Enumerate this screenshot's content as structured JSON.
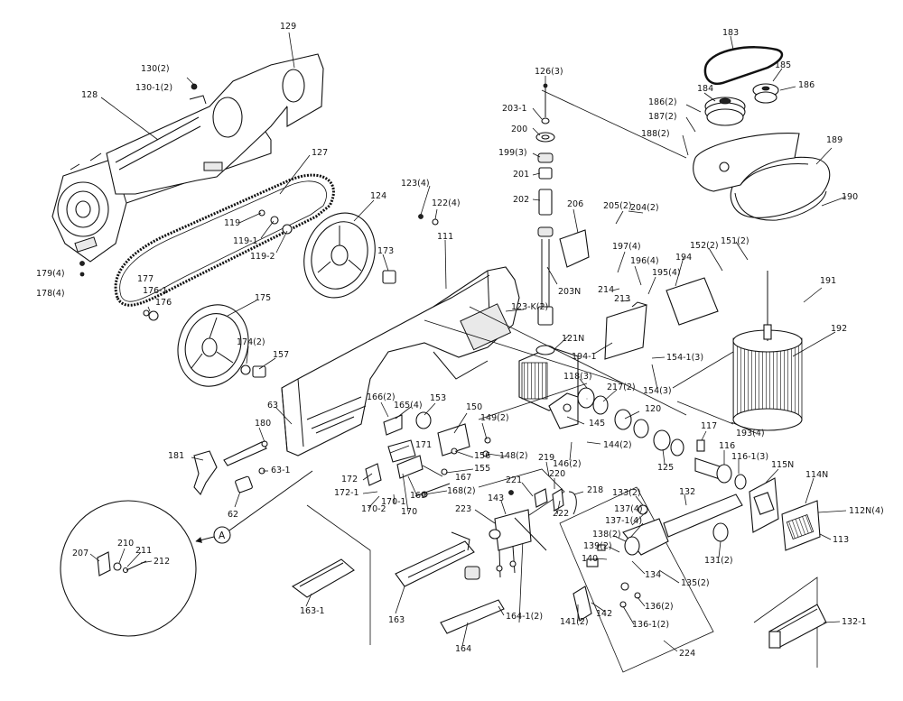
{
  "callout_marker": "A",
  "labels": [
    {
      "id": "l129",
      "text": "129"
    },
    {
      "id": "l130",
      "text": "130(2)"
    },
    {
      "id": "l130_1",
      "text": "130-1(2)"
    },
    {
      "id": "l128",
      "text": "128"
    },
    {
      "id": "l127",
      "text": "127"
    },
    {
      "id": "l124",
      "text": "124"
    },
    {
      "id": "l123",
      "text": "123(4)"
    },
    {
      "id": "l122",
      "text": "122(4)"
    },
    {
      "id": "l119",
      "text": "119"
    },
    {
      "id": "l119_1",
      "text": "119-1"
    },
    {
      "id": "l119_2",
      "text": "119-2"
    },
    {
      "id": "l111",
      "text": "111"
    },
    {
      "id": "l173",
      "text": "173"
    },
    {
      "id": "l179",
      "text": "179(4)"
    },
    {
      "id": "l178",
      "text": "178(4)"
    },
    {
      "id": "l177",
      "text": "177"
    },
    {
      "id": "l176_1",
      "text": "176-1"
    },
    {
      "id": "l176",
      "text": "176"
    },
    {
      "id": "l175",
      "text": "175"
    },
    {
      "id": "l174",
      "text": "174(2)"
    },
    {
      "id": "l157",
      "text": "157"
    },
    {
      "id": "l63",
      "text": "63"
    },
    {
      "id": "l166",
      "text": "166(2)"
    },
    {
      "id": "l165",
      "text": "165(4)"
    },
    {
      "id": "l153",
      "text": "153"
    },
    {
      "id": "l150",
      "text": "150"
    },
    {
      "id": "l149",
      "text": "149(2)"
    },
    {
      "id": "l180",
      "text": "180"
    },
    {
      "id": "l181",
      "text": "181"
    },
    {
      "id": "l63_1",
      "text": "63-1"
    },
    {
      "id": "l62",
      "text": "62"
    },
    {
      "id": "l171",
      "text": "171"
    },
    {
      "id": "l156",
      "text": "156"
    },
    {
      "id": "l148",
      "text": "148(2)"
    },
    {
      "id": "l155",
      "text": "155"
    },
    {
      "id": "l167",
      "text": "167"
    },
    {
      "id": "l168",
      "text": "168(2)"
    },
    {
      "id": "l172",
      "text": "172"
    },
    {
      "id": "l172_1",
      "text": "172-1"
    },
    {
      "id": "l170_1",
      "text": "170-1"
    },
    {
      "id": "l170_2",
      "text": "170-2"
    },
    {
      "id": "l170",
      "text": "170"
    },
    {
      "id": "l169",
      "text": "169"
    },
    {
      "id": "l126",
      "text": "126(3)"
    },
    {
      "id": "l203_1",
      "text": "203-1"
    },
    {
      "id": "l200",
      "text": "200"
    },
    {
      "id": "l199",
      "text": "199(3)"
    },
    {
      "id": "l201",
      "text": "201"
    },
    {
      "id": "l202",
      "text": "202"
    },
    {
      "id": "l206",
      "text": "206"
    },
    {
      "id": "l205",
      "text": "205(2)"
    },
    {
      "id": "l204",
      "text": "204(2)"
    },
    {
      "id": "l203N",
      "text": "203N"
    },
    {
      "id": "l123K",
      "text": "123-K(2)"
    },
    {
      "id": "l121N",
      "text": "121N"
    },
    {
      "id": "l214",
      "text": "214"
    },
    {
      "id": "l213",
      "text": "213"
    },
    {
      "id": "l197",
      "text": "197(4)"
    },
    {
      "id": "l196",
      "text": "196(4)"
    },
    {
      "id": "l195",
      "text": "195(4)"
    },
    {
      "id": "l194",
      "text": "194"
    },
    {
      "id": "l194_1",
      "text": "194-1"
    },
    {
      "id": "l152",
      "text": "152(2)"
    },
    {
      "id": "l151",
      "text": "151(2)"
    },
    {
      "id": "l154_1",
      "text": "154-1(3)"
    },
    {
      "id": "l154",
      "text": "154(3)"
    },
    {
      "id": "l118",
      "text": "118(3)"
    },
    {
      "id": "l217",
      "text": "217(2)"
    },
    {
      "id": "l145",
      "text": "145"
    },
    {
      "id": "l120",
      "text": "120"
    },
    {
      "id": "l146",
      "text": "146(2)"
    },
    {
      "id": "l144",
      "text": "144(2)"
    },
    {
      "id": "l125",
      "text": "125"
    },
    {
      "id": "l117",
      "text": "117"
    },
    {
      "id": "l116",
      "text": "116"
    },
    {
      "id": "l116_1",
      "text": "116-1(3)"
    },
    {
      "id": "l115N",
      "text": "115N"
    },
    {
      "id": "l114N",
      "text": "114N"
    },
    {
      "id": "l112N",
      "text": "112N(4)"
    },
    {
      "id": "l113",
      "text": "113"
    },
    {
      "id": "l183",
      "text": "183"
    },
    {
      "id": "l184",
      "text": "184"
    },
    {
      "id": "l185",
      "text": "185"
    },
    {
      "id": "l186",
      "text": "186"
    },
    {
      "id": "l186b",
      "text": "186(2)"
    },
    {
      "id": "l187",
      "text": "187(2)"
    },
    {
      "id": "l188",
      "text": "188(2)"
    },
    {
      "id": "l189",
      "text": "189"
    },
    {
      "id": "l190",
      "text": "190"
    },
    {
      "id": "l191",
      "text": "191"
    },
    {
      "id": "l192",
      "text": "192"
    },
    {
      "id": "l193",
      "text": "193(4)"
    },
    {
      "id": "l219",
      "text": "219"
    },
    {
      "id": "l220",
      "text": "220"
    },
    {
      "id": "l221",
      "text": "221"
    },
    {
      "id": "l218",
      "text": "218"
    },
    {
      "id": "l143",
      "text": "143"
    },
    {
      "id": "l223",
      "text": "223"
    },
    {
      "id": "l222",
      "text": "222"
    },
    {
      "id": "l133",
      "text": "133(2)"
    },
    {
      "id": "l137",
      "text": "137(4)"
    },
    {
      "id": "l137_1",
      "text": "137-1(4)"
    },
    {
      "id": "l138",
      "text": "138(2)"
    },
    {
      "id": "l139",
      "text": "139(2)"
    },
    {
      "id": "l140",
      "text": "140"
    },
    {
      "id": "l132",
      "text": "132"
    },
    {
      "id": "l131",
      "text": "131(2)"
    },
    {
      "id": "l134",
      "text": "134"
    },
    {
      "id": "l135",
      "text": "135(2)"
    },
    {
      "id": "l136",
      "text": "136(2)"
    },
    {
      "id": "l136_1",
      "text": "136-1(2)"
    },
    {
      "id": "l141",
      "text": "141(2)"
    },
    {
      "id": "l142",
      "text": "142"
    },
    {
      "id": "l224",
      "text": "224"
    },
    {
      "id": "l163",
      "text": "163"
    },
    {
      "id": "l164",
      "text": "164"
    },
    {
      "id": "l164_1",
      "text": "164-1(2)"
    },
    {
      "id": "l163_1",
      "text": "163-1"
    },
    {
      "id": "l132_1",
      "text": "132-1"
    },
    {
      "id": "l207",
      "text": "207"
    },
    {
      "id": "l210",
      "text": "210"
    },
    {
      "id": "l211",
      "text": "211"
    },
    {
      "id": "l212",
      "text": "212"
    }
  ]
}
